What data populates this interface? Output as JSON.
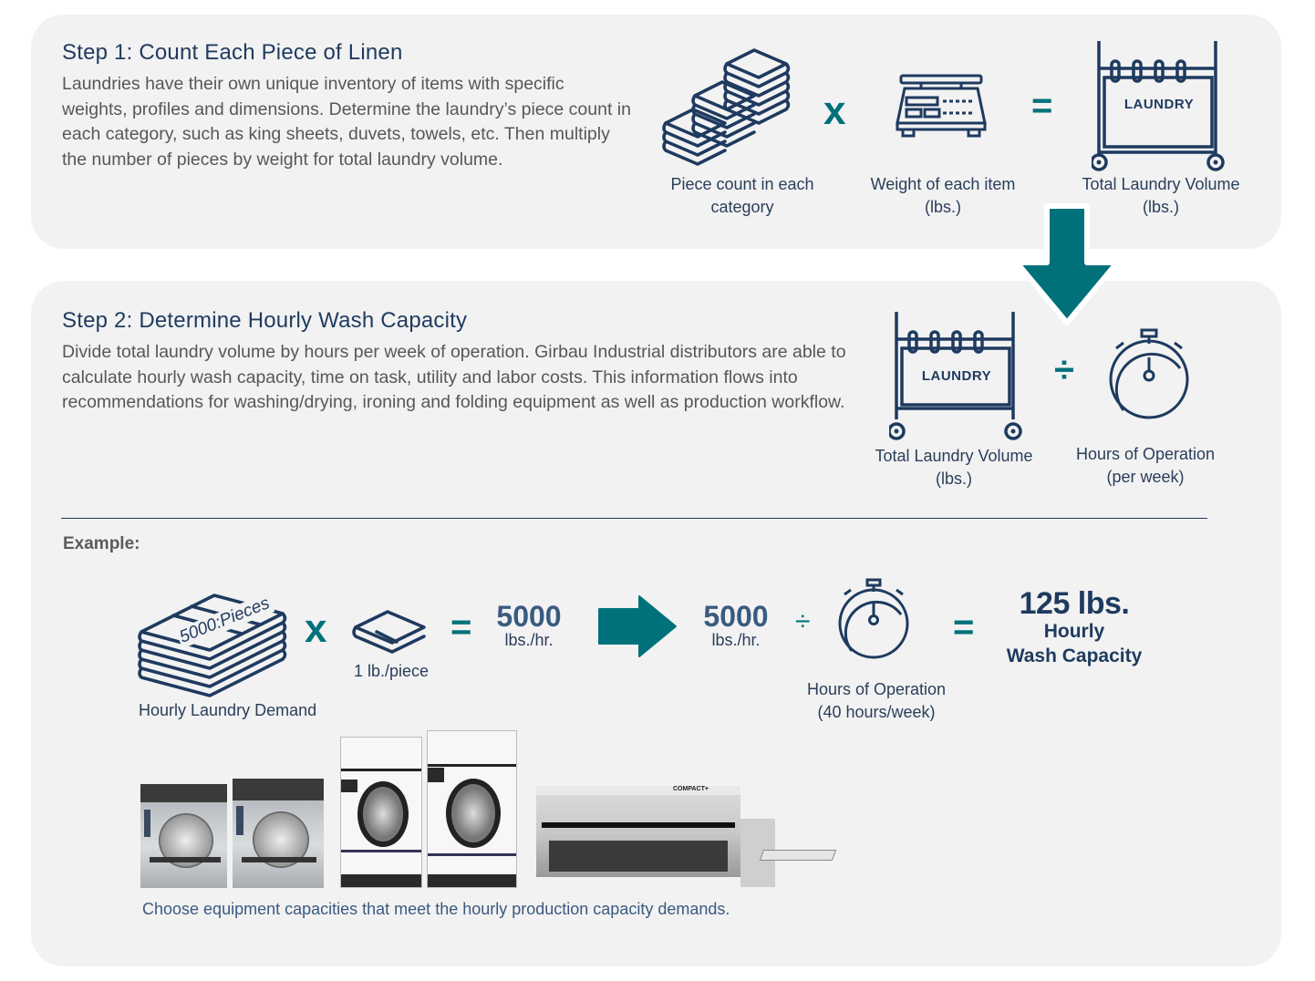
{
  "step1": {
    "title": "Step 1: Count Each Piece of Linen",
    "body": "Laundries have their own unique inventory of items with specific weights, profiles and dimensions. Determine the laundry’s piece count in each category, such as king sheets, duvets, towels, etc. Then multiply the number of pieces by weight for total laundry volume.",
    "formula": {
      "item1_label_line1": "Piece count in each",
      "item1_label_line2": "category",
      "operator1": "x",
      "item2_label_line1": "Weight of each item",
      "item2_label_line2": "(lbs.)",
      "operator2": "=",
      "item3_label_line1": "Total Laundry Volume",
      "item3_label_line2": "(lbs.)",
      "cart_sign": "LAUNDRY"
    }
  },
  "step2": {
    "title": "Step 2: Determine Hourly Wash Capacity",
    "body": "Divide total laundry volume by hours per week of operation. Girbau Industrial distributors are able to calculate hourly wash capacity, time on task, utility and labor costs. This information flows into recommendations for washing/drying, ironing and folding equipment as well as production workflow.",
    "formula": {
      "item1_label_line1": "Total Laundry Volume",
      "item1_label_line2": "(lbs.)",
      "operator": "÷",
      "item2_label_line1": "Hours of Operation",
      "item2_label_line2": "(per week)",
      "cart_sign": "LAUNDRY"
    }
  },
  "example": {
    "label": "Example:",
    "stack_label": "5000:Pieces",
    "demand_label": "Hourly Laundry Demand",
    "operator_multiply": "x",
    "per_piece_label": "1 lb./piece",
    "operator_equals1": "=",
    "volume1_value": "5000",
    "volume1_unit": "lbs./hr.",
    "volume2_value": "5000",
    "volume2_unit": "lbs./hr.",
    "operator_divide": "÷",
    "hours_label_line1": "Hours of Operation",
    "hours_label_line2": "(40 hours/week)",
    "operator_equals2": "=",
    "result_value": "125 lbs.",
    "result_line1": "Hourly",
    "result_line2": "Wash Capacity"
  },
  "equipment": {
    "ironer_brand": "COMPACT+",
    "note": "Choose equipment capacities that meet the hourly production capacity demands."
  },
  "colors": {
    "navy": "#1e3a5f",
    "teal": "#00717a",
    "panel_bg": "#f2f2f2",
    "body_gray": "#555759"
  }
}
